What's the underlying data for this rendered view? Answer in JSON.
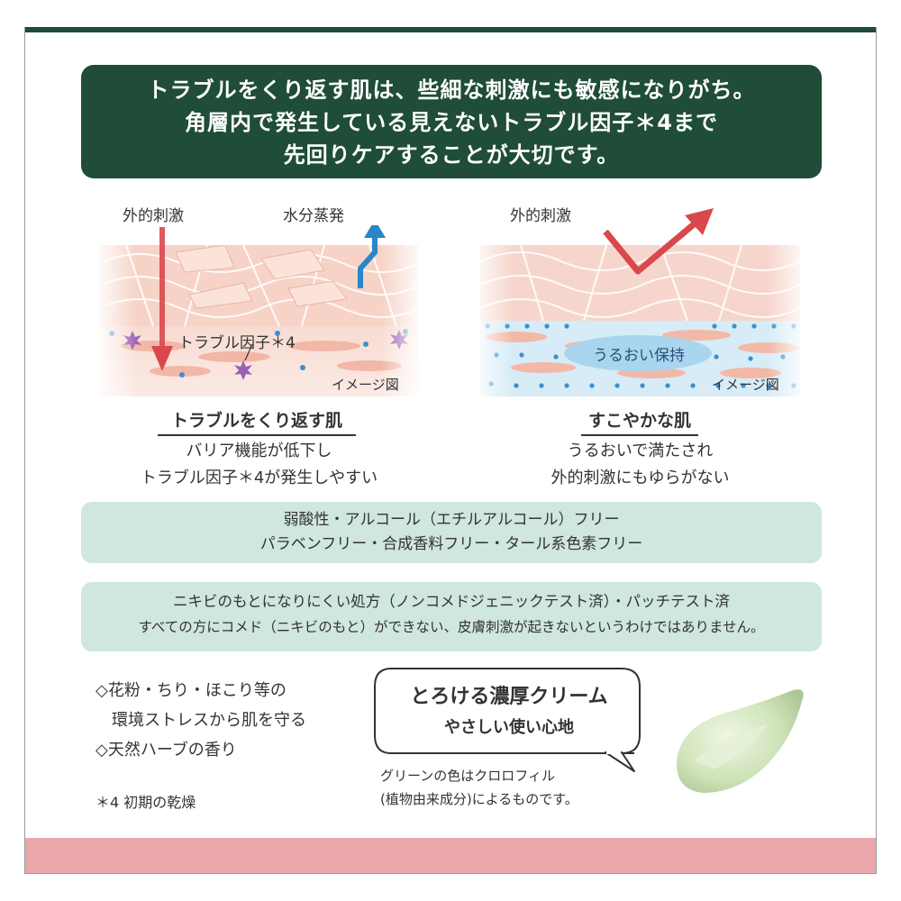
{
  "banner": {
    "line1": "トラブルをくり返す肌は、些細な刺激にも敏感になりがち。",
    "line2": "角層内で発生している見えないトラブル因子＊4まで",
    "line3": "先回りケアすることが大切です。"
  },
  "left_diagram": {
    "label_stimulus": "外的刺激",
    "label_evaporation": "水分蒸発",
    "label_factor": "トラブル因子＊4",
    "label_image": "イメージ図",
    "title": "トラブルをくり返す肌",
    "desc1": "バリア機能が低下し",
    "desc2": "トラブル因子＊4が発生しやすい"
  },
  "right_diagram": {
    "label_stimulus": "外的刺激",
    "label_moisture": "うるおい保持",
    "label_image": "イメージ図",
    "title": "すこやかな肌",
    "desc1": "うるおいで満たされ",
    "desc2": "外的刺激にもゆらがない"
  },
  "free_box": {
    "line1": "弱酸性・アルコール（エチルアルコール）フリー",
    "line2": "パラベンフリー・合成香料フリー・タール系色素フリー"
  },
  "test_box": {
    "line1": "ニキビのもとになりにくい処方（ノンコメドジェニックテスト済）・パッチテスト済",
    "line2": "すべての方にコメド（ニキビのもと）ができない、皮膚刺激が起きないというわけではありません。"
  },
  "features": {
    "item1a": "◇花粉・ちり・ほこり等の",
    "item1b": "環境ストレスから肌を守る",
    "item2": "◇天然ハーブの香り"
  },
  "footnote": "＊4 初期の乾燥",
  "bubble": {
    "title": "とろける濃厚クリーム",
    "subtitle": "やさしい使い心地"
  },
  "color_note": {
    "line1": "グリーンの色はクロロフィル",
    "line2": "(植物由来成分)によるものです。"
  },
  "colors": {
    "banner_green": "#1f4d38",
    "box_green": "#cfe7dc",
    "skin_pink": "#f6d6cc",
    "arrow_red": "#d9484c",
    "arrow_blue": "#2a86c9",
    "footer_pink": "#eaa7ac"
  }
}
